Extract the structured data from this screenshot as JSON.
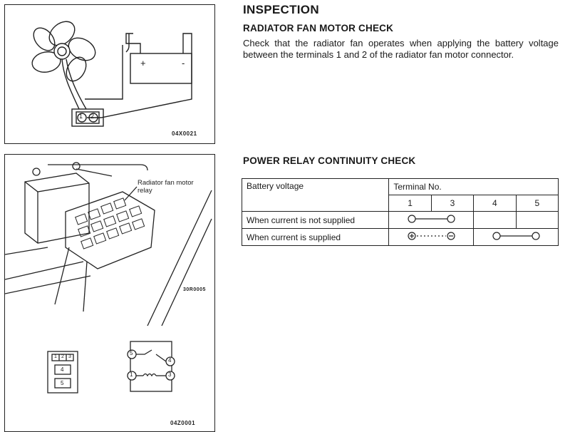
{
  "title": "INSPECTION",
  "fan_check": {
    "heading": "RADIATOR FAN MOTOR CHECK",
    "text": "Check that the radiator fan operates when applying the battery voltage between the terminals 1 and 2 of the radiator fan motor connector."
  },
  "relay_check": {
    "heading": "POWER RELAY CONTINUITY CHECK",
    "table": {
      "corner": "Battery voltage",
      "group_header": "Terminal No.",
      "terminals": [
        "1",
        "3",
        "4",
        "5"
      ],
      "rows": [
        {
          "label": "When current is not supplied"
        },
        {
          "label": "When current is supplied"
        }
      ]
    }
  },
  "figures": {
    "fan": {
      "code": "04X0021",
      "battery_plus": "+",
      "battery_minus": "-",
      "connector_pins": [
        "1",
        "2"
      ]
    },
    "relay_location": {
      "callout": "Radiator fan motor relay",
      "code": "30R0005"
    },
    "relay_terminals": {
      "code": "04Z0001",
      "connector_pins": [
        "1",
        "2",
        "3",
        "4",
        "5"
      ],
      "schematic_pins": [
        "5",
        "4",
        "1",
        "3"
      ]
    }
  }
}
